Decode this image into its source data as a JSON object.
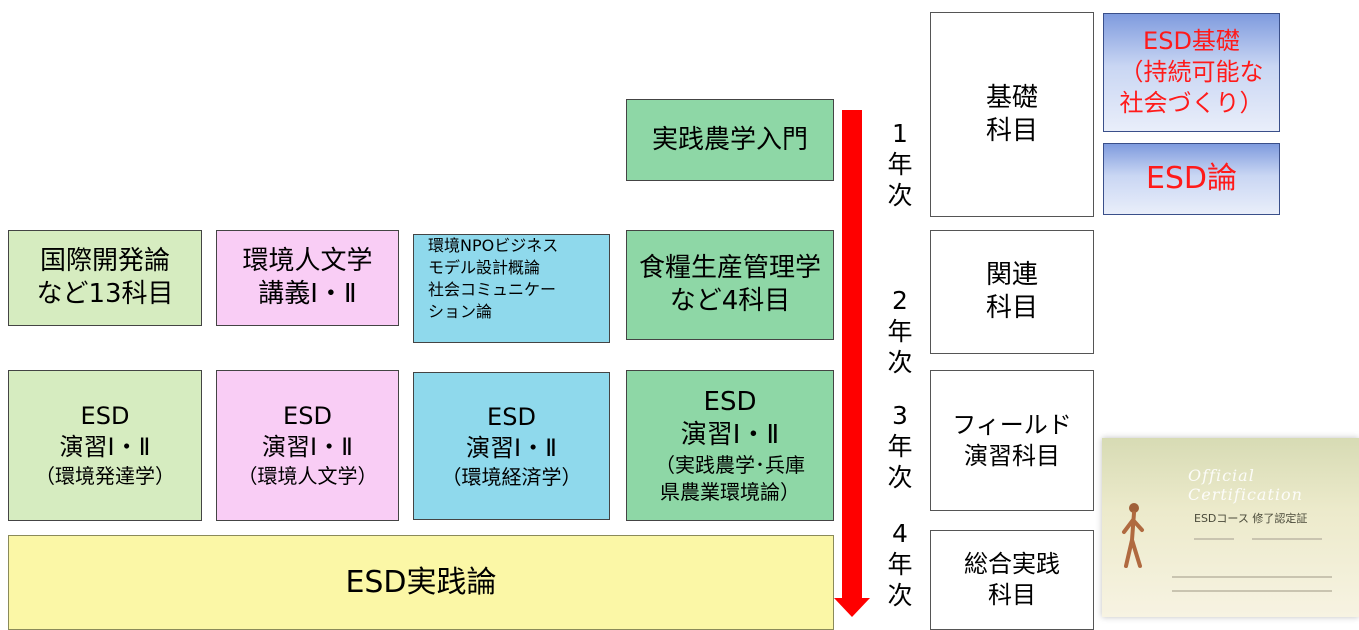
{
  "row1": {
    "intro": "実践農学入門",
    "year1_num": "1",
    "year_char_a": "年",
    "year_char_b": "次",
    "category_basic_1": "基礎",
    "category_basic_2": "科目",
    "esd_basic_1": "ESD基礎",
    "esd_basic_2": "（持続可能な",
    "esd_basic_3": "社会づくり）",
    "esd_theory": "ESD論"
  },
  "row2": {
    "green_1": "国際開発論",
    "green_2": "など13科目",
    "pink_1": "環境人文学",
    "pink_2": "講義Ⅰ・Ⅱ",
    "blue_1": "環境NPOビジネス",
    "blue_2": "モデル設計概論",
    "blue_3": "社会コミュニケー",
    "blue_4": "ション論",
    "mint_1": "食糧生産管理学",
    "mint_2": "など4科目",
    "year2_num": "2",
    "category_related_1": "関連",
    "category_related_2": "科目"
  },
  "row3": {
    "green_1": "ESD",
    "green_2": "演習Ⅰ・Ⅱ",
    "green_3": "（環境発達学）",
    "pink_1": "ESD",
    "pink_2": "演習Ⅰ・Ⅱ",
    "pink_3": "（環境人文学）",
    "blue_1": "ESD",
    "blue_2": "演習Ⅰ・Ⅱ",
    "blue_3": "（環境経済学）",
    "mint_1": "ESD",
    "mint_2": "演習Ⅰ・Ⅱ",
    "mint_3": "（実践農学･兵庫",
    "mint_4": "県農業環境論）",
    "year3_num": "3",
    "category_field_1": "フィールド",
    "category_field_2": "演習科目"
  },
  "row4": {
    "practice": "ESD実践論",
    "year4_num": "4",
    "category_integrated_1": "総合実践",
    "category_integrated_2": "科目"
  },
  "certificate": {
    "title": "Official Certification",
    "name": "ESDコース 修了認定証"
  },
  "colors": {
    "arrow": "#ff0000",
    "esd_text": "#ff1a1a"
  }
}
